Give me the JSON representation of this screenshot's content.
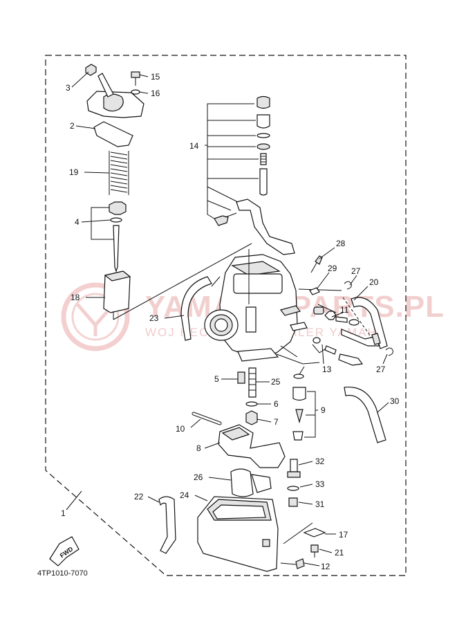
{
  "diagram": {
    "drawing_code": "4TP1010-7070",
    "fwd_label": "FWD",
    "watermark": {
      "main": "YAMAHA-PARTS.PL",
      "sub": "WOJ HECHOWSKI DEALER YAMAHA"
    },
    "colors": {
      "line": "#111111",
      "watermark": "#e9a8a8"
    },
    "labels": [
      {
        "id": "1",
        "text": "1"
      },
      {
        "id": "2",
        "text": "2"
      },
      {
        "id": "3",
        "text": "3"
      },
      {
        "id": "4",
        "text": "4"
      },
      {
        "id": "5",
        "text": "5"
      },
      {
        "id": "6",
        "text": "6"
      },
      {
        "id": "7",
        "text": "7"
      },
      {
        "id": "8",
        "text": "8"
      },
      {
        "id": "9",
        "text": "9"
      },
      {
        "id": "10",
        "text": "10"
      },
      {
        "id": "11",
        "text": "11"
      },
      {
        "id": "12",
        "text": "12"
      },
      {
        "id": "13",
        "text": "13"
      },
      {
        "id": "14",
        "text": "14"
      },
      {
        "id": "15",
        "text": "15"
      },
      {
        "id": "16",
        "text": "16"
      },
      {
        "id": "17",
        "text": "17"
      },
      {
        "id": "18",
        "text": "18"
      },
      {
        "id": "19",
        "text": "19"
      },
      {
        "id": "20",
        "text": "20"
      },
      {
        "id": "21",
        "text": "21"
      },
      {
        "id": "22",
        "text": "22"
      },
      {
        "id": "23",
        "text": "23"
      },
      {
        "id": "24",
        "text": "24"
      },
      {
        "id": "25",
        "text": "25"
      },
      {
        "id": "26",
        "text": "26"
      },
      {
        "id": "27a",
        "text": "27"
      },
      {
        "id": "27b",
        "text": "27"
      },
      {
        "id": "28",
        "text": "28"
      },
      {
        "id": "29",
        "text": "29"
      },
      {
        "id": "30",
        "text": "30"
      },
      {
        "id": "31",
        "text": "31"
      },
      {
        "id": "32",
        "text": "32"
      },
      {
        "id": "33",
        "text": "33"
      }
    ]
  }
}
